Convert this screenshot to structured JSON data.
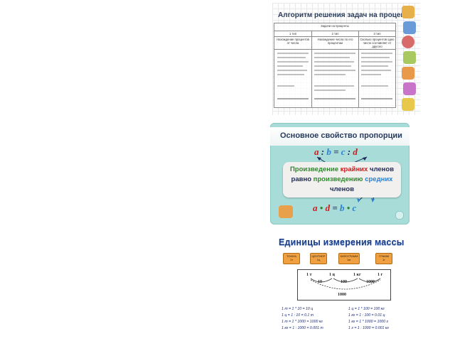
{
  "panel1": {
    "title": "Алгоритм решения задач на проценты",
    "table_header": "Задачи на проценты",
    "columns": [
      {
        "label": "1 тип",
        "sub": "Нахождение процентов от числа"
      },
      {
        "label": "2 тип",
        "sub": "Нахождение числа по его процентам"
      },
      {
        "label": "3 тип",
        "sub": "Сколько процентов одно число составляет от другого"
      }
    ]
  },
  "panel2": {
    "title": "Основное свойство пропорции",
    "top_line": {
      "a": "a",
      "colon1": ":",
      "b": "b",
      "eq": "=",
      "c": "c",
      "colon2": ":",
      "d": "d"
    },
    "text": {
      "w1": "Произведение",
      "w2": "крайних",
      "w3": "членов",
      "w4": "равно",
      "w5": "произведению",
      "w6": "средних",
      "w7": "членов"
    },
    "bottom_line": {
      "a": "a",
      "dot1": "•",
      "d": "d",
      "eq": "=",
      "b": "b",
      "dot2": "•",
      "c": "c"
    }
  },
  "panel3": {
    "title": "Единицы измерения массы",
    "units": [
      {
        "name": "ТОННА",
        "abbr": "1т"
      },
      {
        "name": "ЦЕНТНЕР",
        "abbr": "1ц"
      },
      {
        "name": "КИЛОГРАММ",
        "abbr": "1кг"
      },
      {
        "name": "ГРАММ",
        "abbr": "1г"
      }
    ],
    "conversion": {
      "t": "1 т",
      "c": "1 ц",
      "kg": "1 кг",
      "g": "1 г",
      "f1": "10",
      "f2": "100",
      "f3": "1000",
      "f4": "1000"
    },
    "formulas_left": [
      "1 т = 1 * 10 = 10 ц",
      "1 ц = 1 : 10 = 0.1 т",
      "1 т = 1 * 1000 = 1000 кг",
      "1 кг = 1 : 1000 = 0.001 т"
    ],
    "formulas_right": [
      "1 ц = 1 * 100 = 100 кг",
      "1 кг = 1 : 100 = 0.01 ц",
      "1 кг = 1 * 1000 = 1000 г",
      "1 г = 1 : 1000 = 0.001 кг"
    ]
  },
  "colors": {
    "red": "#cc1a1a",
    "blue": "#2a7fd0",
    "green": "#2a8a2a",
    "navy": "#1e2a58",
    "teal": "#a8dcd8",
    "orange": "#f0a040"
  }
}
